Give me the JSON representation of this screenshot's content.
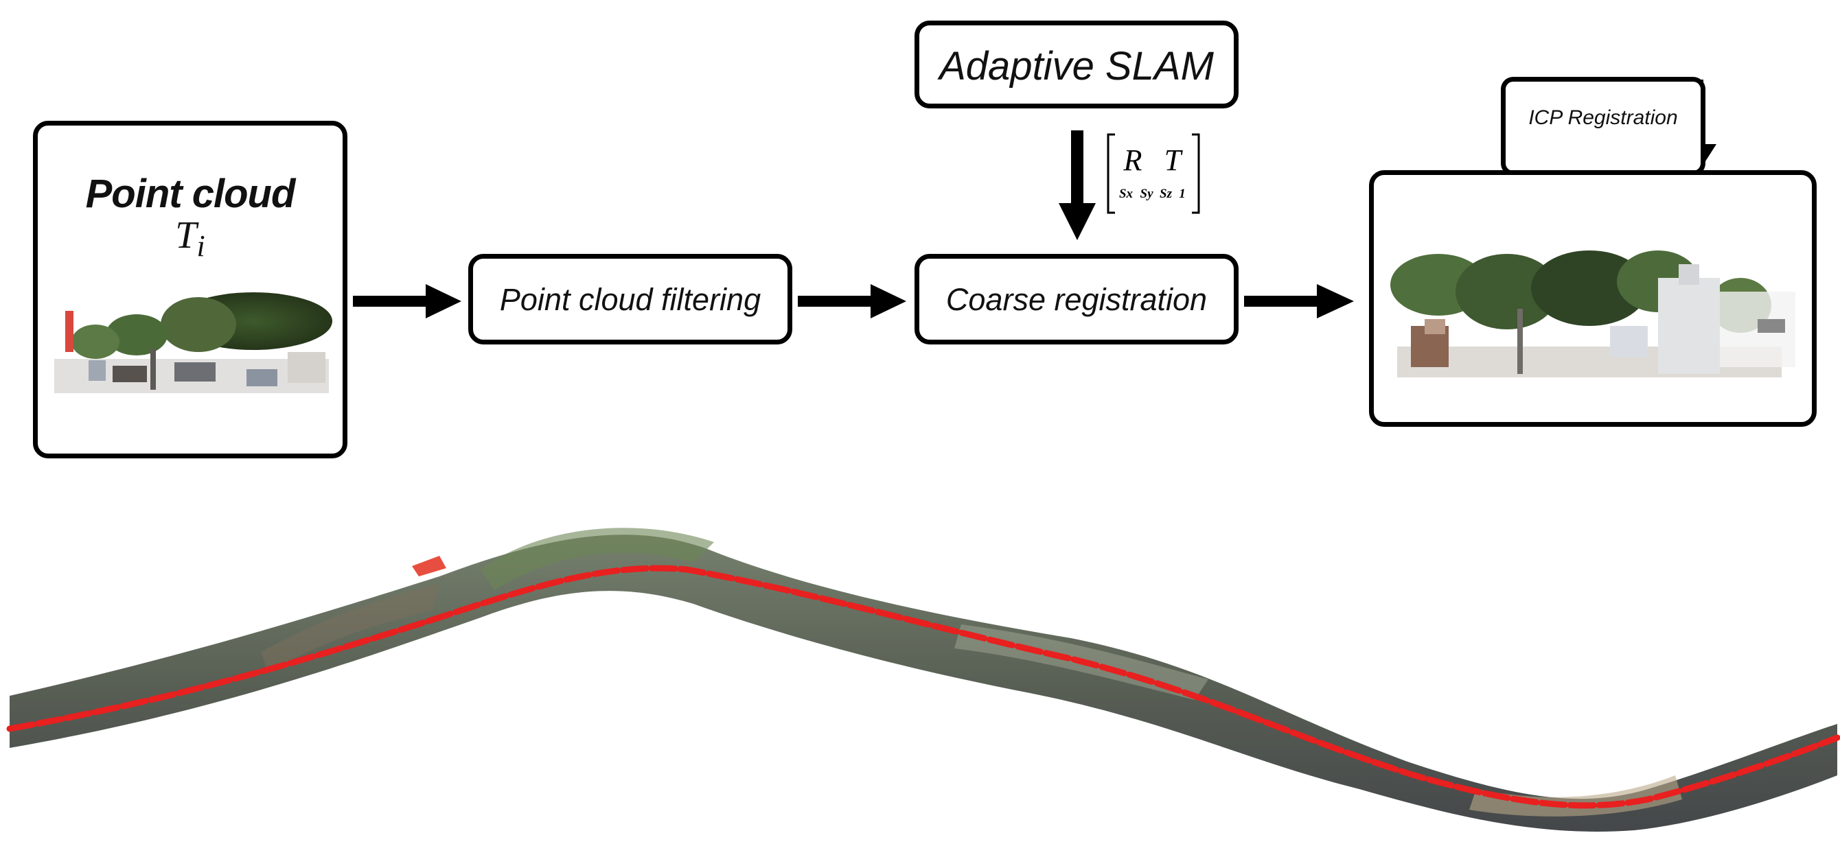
{
  "diagram": {
    "input_box": {
      "title": "Point cloud",
      "symbol": "T",
      "subscript": "i"
    },
    "filter_box": {
      "label": "Point cloud filtering"
    },
    "coarse_box": {
      "label": "Coarse registration"
    },
    "slam_box": {
      "label": "Adaptive SLAM"
    },
    "icp_box": {
      "label": "ICP Registration"
    },
    "matrix": {
      "top_row": [
        "R",
        "T"
      ],
      "bottom_row": [
        "Sx",
        "Sy",
        "Sz",
        "1"
      ]
    }
  },
  "colors": {
    "box_border": "#000000",
    "arrow": "#000000",
    "trajectory": "#e8201f",
    "background": "#ffffff"
  }
}
